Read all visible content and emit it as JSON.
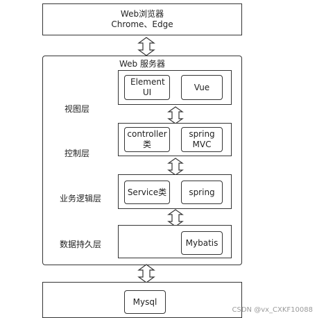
{
  "browser_box": {
    "title": "Web浏览器",
    "subtitle": "Chrome、Edge"
  },
  "server_box": {
    "title": "Web 服务器",
    "layers": [
      {
        "label": "视图层",
        "items": [
          "Element UI",
          "Vue"
        ]
      },
      {
        "label": "控制层",
        "items": [
          "controller 类",
          "spring MVC"
        ]
      },
      {
        "label": "业务逻辑层",
        "items": [
          "Service类",
          "spring"
        ]
      },
      {
        "label": "数据持久层",
        "items": [
          "Mybatis"
        ]
      }
    ]
  },
  "database_box": {
    "item": "Mysql"
  },
  "watermark": "CSDN @vx_CXKF10088"
}
